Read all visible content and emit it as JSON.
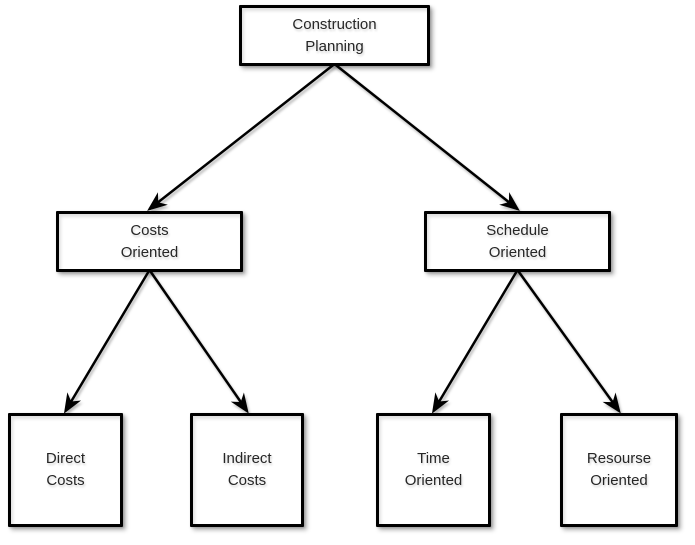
{
  "diagram": {
    "type": "tree",
    "nodes": [
      {
        "id": "construction-planning",
        "label": "Construction\nPlanning"
      },
      {
        "id": "costs-oriented",
        "label": "Costs\nOriented"
      },
      {
        "id": "schedule-oriented",
        "label": "Schedule\nOriented"
      },
      {
        "id": "direct-costs",
        "label": "Direct\nCosts"
      },
      {
        "id": "indirect-costs",
        "label": "Indirect\nCosts"
      },
      {
        "id": "time-oriented",
        "label": "Time\nOriented"
      },
      {
        "id": "resourse-oriented",
        "label": "Resourse\nOriented"
      }
    ],
    "edges": [
      {
        "from": "construction-planning",
        "to": "costs-oriented"
      },
      {
        "from": "construction-planning",
        "to": "schedule-oriented"
      },
      {
        "from": "costs-oriented",
        "to": "direct-costs"
      },
      {
        "from": "costs-oriented",
        "to": "indirect-costs"
      },
      {
        "from": "schedule-oriented",
        "to": "time-oriented"
      },
      {
        "from": "schedule-oriented",
        "to": "resourse-oriented"
      }
    ],
    "colors": {
      "background": "#ffffff",
      "box_fill": "#ffffff",
      "box_border": "#000000",
      "text": "#262626",
      "arrow": "#000000"
    }
  }
}
